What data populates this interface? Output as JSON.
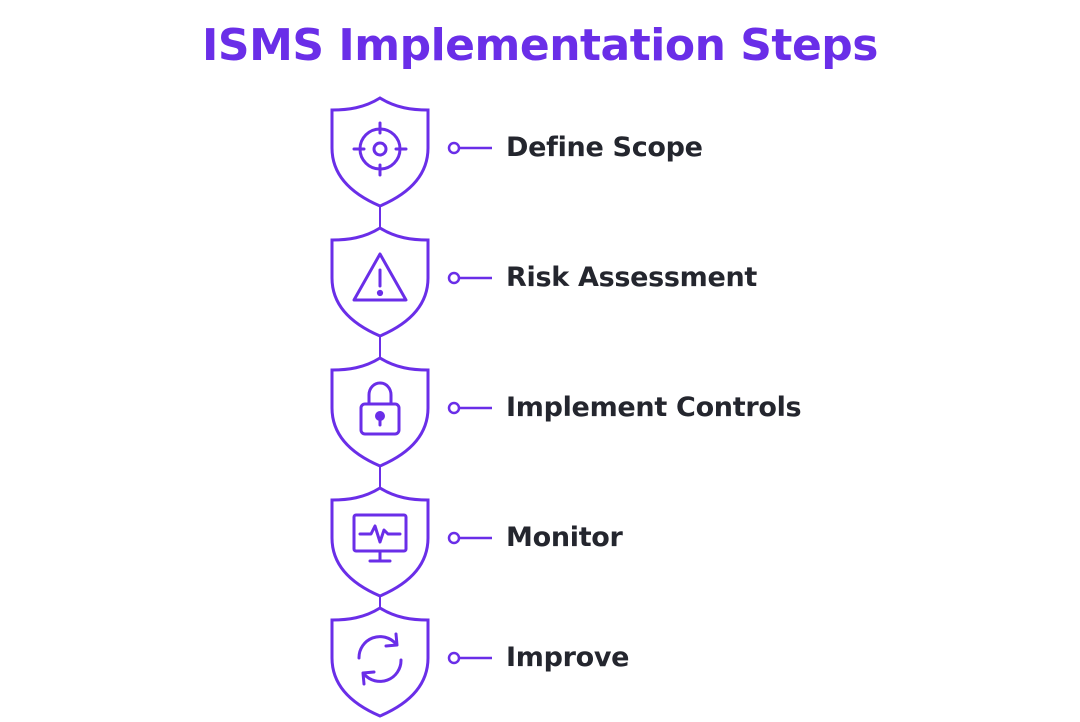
{
  "title": "ISMS Implementation Steps",
  "colors": {
    "accent": "#6a2ee8",
    "text": "#24262e",
    "background": "#ffffff"
  },
  "steps": [
    {
      "label": "Define Scope",
      "icon": "target-icon"
    },
    {
      "label": "Risk Assessment",
      "icon": "warning-icon"
    },
    {
      "label": "Implement Controls",
      "icon": "lock-icon"
    },
    {
      "label": "Monitor",
      "icon": "monitor-icon"
    },
    {
      "label": "Improve",
      "icon": "refresh-icon"
    }
  ]
}
